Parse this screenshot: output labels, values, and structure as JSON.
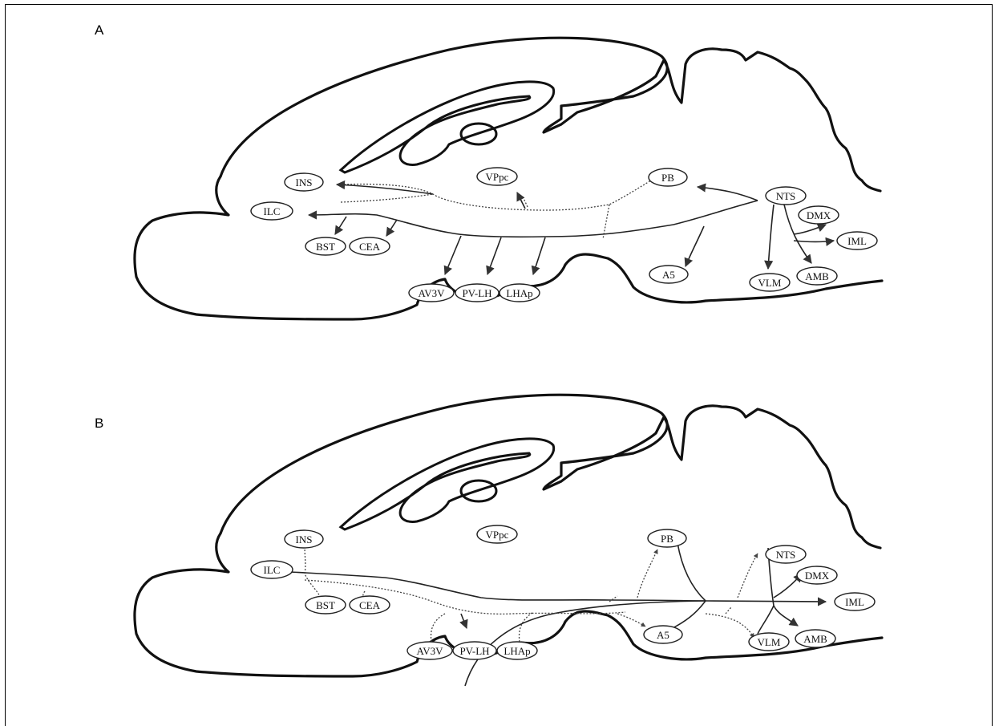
{
  "panels": [
    {
      "label": "A",
      "nodes": {
        "INS": "INS",
        "ILC": "ILC",
        "BST": "BST",
        "CEA": "CEA",
        "VPpc": "VPpc",
        "PB": "PB",
        "NTS": "NTS",
        "DMX": "DMX",
        "IML": "IML",
        "AMB": "AMB",
        "VLM": "VLM",
        "A5": "A5",
        "AV3V": "AV3V",
        "PVLH": "PV-LH",
        "LHAp": "LHAp"
      }
    },
    {
      "label": "B",
      "nodes": {
        "INS": "INS",
        "ILC": "ILC",
        "BST": "BST",
        "CEA": "CEA",
        "VPpc": "VPpc",
        "PB": "PB",
        "NTS": "NTS",
        "DMX": "DMX",
        "IML": "IML",
        "AMB": "AMB",
        "VLM": "VLM",
        "A5": "A5",
        "AV3V": "AV3V",
        "PVLH": "PV-LH",
        "LHAp": "LHAp"
      }
    }
  ]
}
